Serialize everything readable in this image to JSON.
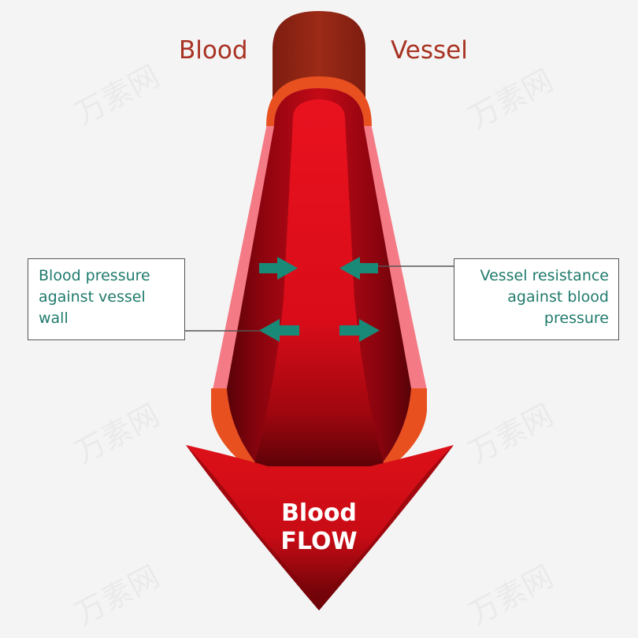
{
  "diagram": {
    "title_left": "Blood",
    "title_right": "Vessel",
    "callout_left": "Blood pressure against vessel wall",
    "callout_right": "Vessel resistance against blood pressure",
    "flow_label_line1": "Blood",
    "flow_label_line2": "FLOW",
    "watermark": "万素网"
  },
  "colors": {
    "title_text": "#a83222",
    "callout_text": "#1f7a6c",
    "arrow_teal": "#1a8a78",
    "vessel_outer_pink": "#f47a85",
    "vessel_rim_orange": "#e8501f",
    "vessel_top_dark": "#8e2414",
    "blood_red": "#e3101c",
    "background": "#f4f4f4"
  }
}
